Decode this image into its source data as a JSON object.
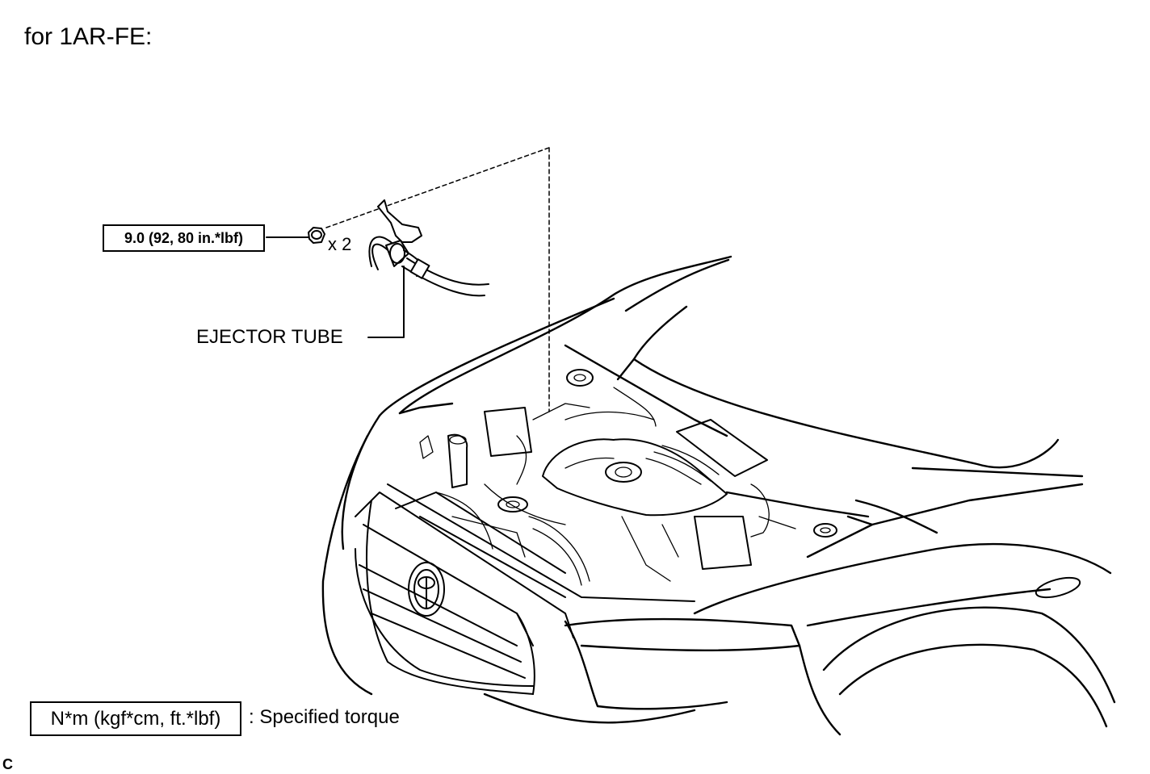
{
  "title": "for 1AR-FE:",
  "torque_spec": "9.0 (92, 80 in.*lbf)",
  "quantity": "x 2",
  "part_label": "EJECTOR TUBE",
  "legend": {
    "box_text": "N*m (kgf*cm, ft.*lbf)",
    "description": ": Specified torque"
  },
  "figure_code": "C"
}
